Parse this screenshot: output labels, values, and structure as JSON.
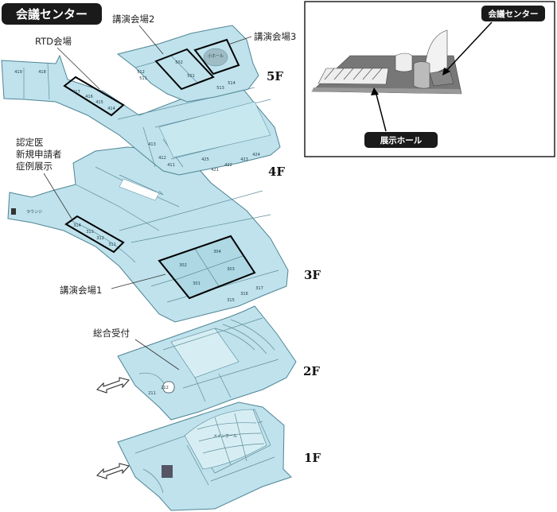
{
  "title": "会議センター",
  "floors": {
    "f5": "5F",
    "f4": "4F",
    "f3": "3F",
    "f2": "2F",
    "f1": "1F"
  },
  "callouts": {
    "hall2": "講演会場2",
    "hall3": "講演会場3",
    "rtd": "RTD会場",
    "cert1": "認定医",
    "cert2": "新規申請者",
    "cert3": "症例展示",
    "hall1": "講演会場1",
    "reception": "総合受付"
  },
  "rooms": {
    "r419": "419",
    "r418": "418",
    "r417": "417",
    "r416": "416",
    "r415": "415",
    "r414": "414",
    "r512": "512",
    "r511": "511",
    "r502": "502",
    "r501": "501",
    "small_hall": "小ホール",
    "r513": "513",
    "r514": "514",
    "r413": "413",
    "r412": "412",
    "r411": "411",
    "r421": "421",
    "r422": "422",
    "r423": "423",
    "r424": "424",
    "r425": "425",
    "lounge": "ラウンジ",
    "r314": "314",
    "r313": "313",
    "r312": "312",
    "r311": "311",
    "r302": "302",
    "r304": "304",
    "r303": "303",
    "r301": "301",
    "r315": "315",
    "r316": "316",
    "r317": "317",
    "r211": "211",
    "r212": "212",
    "main_hall": "メインホール"
  },
  "inset": {
    "conference_center": "会議センター",
    "exhibition_hall": "展示ホール"
  },
  "colors": {
    "floor": "#bfe2ec",
    "outline": "#4f8596",
    "badge": "#1a1a1a"
  }
}
